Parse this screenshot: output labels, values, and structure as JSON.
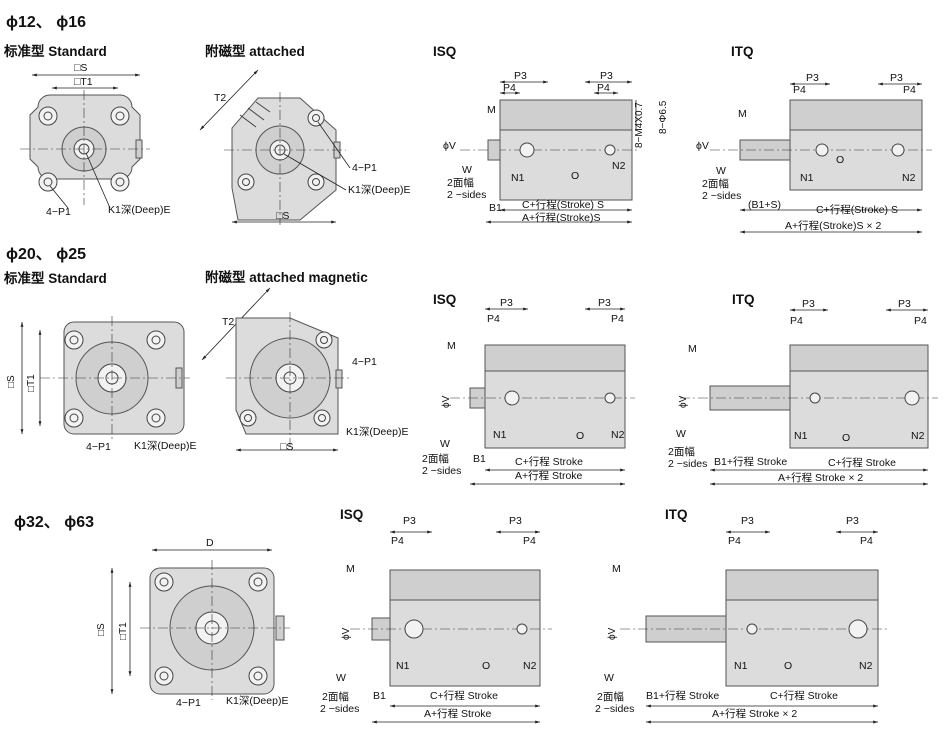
{
  "section1": {
    "heading": "ϕ12、 ϕ16",
    "standard_label": "标准型 Standard",
    "magnetic_label": "附磁型  attached",
    "standard_view": {
      "s": "□S",
      "t1": "□T1",
      "p1": "4−P1",
      "k1": "K1深(Deep)E"
    },
    "magnetic_view": {
      "t2": "T2",
      "p1": "4−P1",
      "k1": "K1深(Deep)E",
      "s": "□S"
    },
    "isq": {
      "title": "ISQ",
      "p3a": "P3",
      "p4a": "P4",
      "p3b": "P3",
      "p4b": "P4",
      "m": "M",
      "phiv": "ϕV",
      "w": "W",
      "sides_cn": "2面幅",
      "sides_en": "2 −sides",
      "n1": "N1",
      "o": "O",
      "n2": "N2",
      "b1": "B1",
      "c": "C+行程(Stroke) S",
      "a": "A+行程(Stroke)S",
      "thread": "8−M4X0.7",
      "bore": "8−Φ6.5"
    },
    "itq": {
      "title": "ITQ",
      "p3a": "P3",
      "p4a": "P4",
      "p3b": "P3",
      "p4b": "P4",
      "m": "M",
      "phiv": "ϕV",
      "w": "W",
      "sides_cn": "2面幅",
      "sides_en": "2 −sides",
      "n1": "N1",
      "o": "O",
      "n2": "N2",
      "b1s": "(B1+S)",
      "c": "C+行程(Stroke) S",
      "a": "A+行程(Stroke)S × 2"
    }
  },
  "section2": {
    "heading": "ϕ20、 ϕ25",
    "standard_label": "标准型 Standard",
    "magnetic_label": "附磁型  attached magnetic",
    "standard_view": {
      "s": "□S",
      "t1": "□T1",
      "p1": "4−P1",
      "k1": "K1深(Deep)E"
    },
    "magnetic_view": {
      "t2": "T2",
      "p1": "4−P1",
      "k1": "K1深(Deep)E",
      "s": "□S"
    },
    "isq": {
      "title": "ISQ",
      "p3a": "P3",
      "p4a": "P4",
      "p3b": "P3",
      "p4b": "P4",
      "m": "M",
      "phiv": "ϕV",
      "w": "W",
      "sides_cn": "2面幅",
      "sides_en": "2 −sides",
      "n1": "N1",
      "o": "O",
      "n2": "N2",
      "b1": "B1",
      "c": "C+行程 Stroke",
      "a": "A+行程 Stroke"
    },
    "itq": {
      "title": "ITQ",
      "p3a": "P3",
      "p4a": "P4",
      "p3b": "P3",
      "p4b": "P4",
      "m": "M",
      "phiv": "ϕV",
      "w": "W",
      "sides_cn": "2面幅",
      "sides_en": "2 −sides",
      "n1": "N1",
      "o": "O",
      "n2": "N2",
      "b1s": "B1+行程 Stroke",
      "c": "C+行程 Stroke",
      "a": "A+行程 Stroke × 2"
    }
  },
  "section3": {
    "heading": "ϕ32、 ϕ63",
    "standard_view": {
      "d": "D",
      "s": "□S",
      "t1": "□T1",
      "p1": "4−P1",
      "k1": "K1深(Deep)E"
    },
    "isq": {
      "title": "ISQ",
      "p3a": "P3",
      "p4a": "P4",
      "p3b": "P3",
      "p4b": "P4",
      "m": "M",
      "phiv": "ϕV",
      "w": "W",
      "sides_cn": "2面幅",
      "sides_en": "2 −sides",
      "n1": "N1",
      "o": "O",
      "n2": "N2",
      "b1": "B1",
      "c": "C+行程 Stroke",
      "a": "A+行程 Stroke"
    },
    "itq": {
      "title": "ITQ",
      "p3a": "P3",
      "p4a": "P4",
      "p3b": "P3",
      "p4b": "P4",
      "m": "M",
      "phiv": "ϕV",
      "w": "W",
      "sides_cn": "2面幅",
      "sides_en": "2 −sides",
      "n1": "N1",
      "o": "O",
      "n2": "N2",
      "b1s": "B1+行程 Stroke",
      "c": "C+行程 Stroke",
      "a": "A+行程 Stroke × 2"
    }
  }
}
